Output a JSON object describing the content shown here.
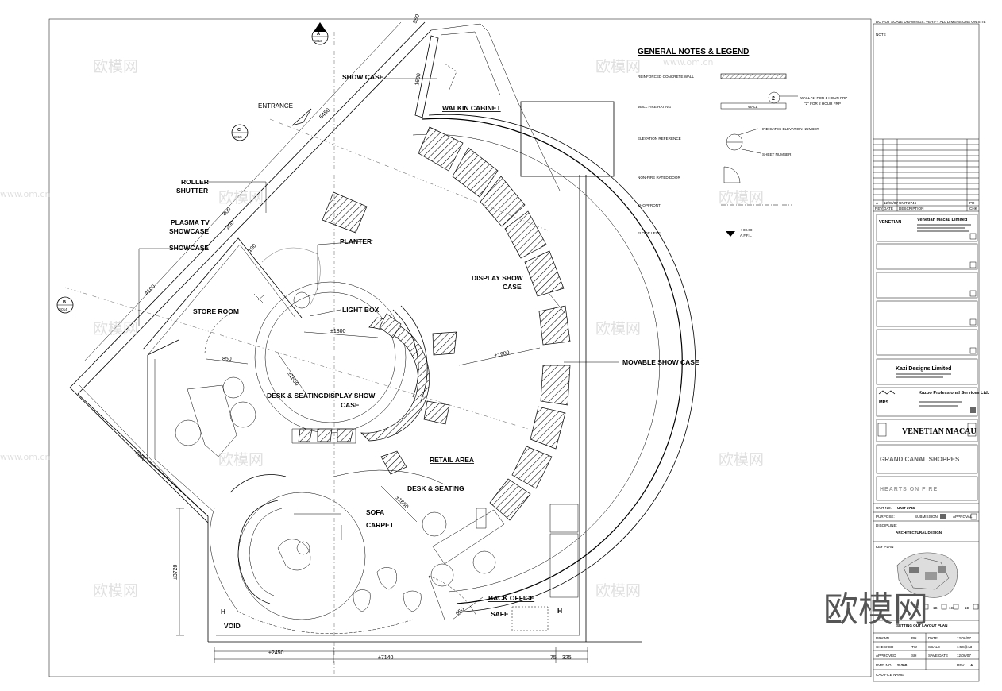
{
  "sheet": {
    "top_note": "DO NOT SCALE DRAWINGS. VERIFY ALL DIMENSIONS ON SITE",
    "watermark": "欧模网",
    "watermark_url": "www.om.cn"
  },
  "plan_labels": {
    "show_case": "SHOW CASE",
    "walkin_cabinet": "WALKIN CABINET",
    "entrance": "ENTRANCE",
    "roller_shutter_1": "ROLLER",
    "roller_shutter_2": "SHUTTER",
    "plasma_tv_1": "PLASMA TV",
    "plasma_tv_2": "SHOWCASE",
    "showcase": "SHOWCASE",
    "planter": "PLANTER",
    "display_show_case_1": "DISPLAY SHOW",
    "display_show_case_2": "CASE",
    "store_room": "STORE ROOM",
    "light_box": "LIGHT BOX",
    "movable_show_case": "MOVABLE SHOW CASE",
    "desk_seating_display_1": "DESK & SEATINGDISPLAY SHOW",
    "desk_seating_display_2": "CASE",
    "retail_area": "RETAIL AREA",
    "desk_seating": "DESK & SEATING",
    "sofa": "SOFA",
    "carpet": "CARPET",
    "back_office": "BACK OFFICE",
    "safe": "SAFE",
    "void": "VOID"
  },
  "section_markers": {
    "a_letter": "A",
    "a_sheet": "S013",
    "b_letter": "B",
    "b_sheet": "S014",
    "c_letter": "C",
    "c_sheet": "S015"
  },
  "dimensions": {
    "d_950": "950",
    "d_1680": "1680",
    "d_5450": "5450",
    "d_800": "800",
    "d_200": "200",
    "d_100": "100",
    "d_4100": "4100",
    "d_1800a": "±1800",
    "d_850": "850",
    "d_1900": "±1900",
    "d_1650a": "±1650",
    "d_3650": "3650",
    "d_1650b": "±1650",
    "d_3720": "±3720",
    "d_650": "650",
    "d_2450": "±2450",
    "d_7140": "±7140",
    "d_75": "75",
    "d_325": "325"
  },
  "legend": {
    "title": "GENERAL NOTES & LEGEND",
    "reinforced_wall": "REINFORCED CONCRETE WALL",
    "wall_fire_rating": "WALL FIRE RATING",
    "wall_word": "WALL",
    "rating_number": "2",
    "rating_note_1": "WALL \"1\" FOR 1 HOUR FRP",
    "rating_note_2": "\"2\" FOR 2 HOUR FRP",
    "elevation_reference": "ELEVATION REFERENCE",
    "indicates_elevation": "INDICATES ELEVATION NUMBER",
    "sheet_number": "SHEET NUMBER",
    "non_fire_door": "NON-FIRE RATED DOOR",
    "shopfront": "SHOPFRONT",
    "floor_level": "FLOOR LEVEL",
    "floor_level_value": "+ 00.00",
    "floor_level_unit": "A.F.F.L."
  },
  "title_block": {
    "note": "NOTE",
    "rev_row_a": "A",
    "rev_row_date": "12/06/07",
    "rev_row_desc": "UNIT 2746",
    "rev_row_init": "PR",
    "rev_head_rev": "REV",
    "rev_head_date": "DATE",
    "rev_head_desc": "DESCRIPTION",
    "rev_head_chk": "CHK",
    "client_logo": "VENETIAN",
    "client_name": "Venetian Macau Limited",
    "designer": "Kazi Designs Limited",
    "consultant": "Kazoo Professional Services Ltd.",
    "consultant_logo": "MPS",
    "venetian_macau": "VENETIAN MACAU",
    "grand_canal": "GRAND CANAL SHOPPES",
    "hearts_on_fire": "HEARTS ON FIRE",
    "unit_no_label": "UNIT NO.",
    "unit_no_value": "UNIT 2746",
    "purpose_label": "PURPOSE:",
    "submission": "SUBMISSION",
    "approval": "APPROVAL",
    "discipline_label": "DISCIPLINE:",
    "discipline_value": "ARCHITECTURAL DESIGN",
    "key_plan": "KEY PLAN",
    "key_1": "1A",
    "key_2": "1B",
    "key_3": "1C",
    "key_4": "1D",
    "drawing_title": "SETTING OUT LAYOUT PLAN",
    "drawn_label": "DRAWN",
    "drawn_value": "PH",
    "date_label": "DATE",
    "date_value": "12/06/07",
    "checked_label": "CHECKED",
    "checked_value": "TW",
    "scale_label": "SCALE",
    "scale_value": "1:50@A3",
    "approved_label": "APPROVED",
    "approved_value": "SH",
    "issue_label": "SAVE DATE",
    "issue_value": "12/06/07",
    "dwg_no_label": "DWG NO.",
    "dwg_no_value": "S-200",
    "rev_label": "REV",
    "rev_value": "A",
    "cad_label": "CAD FILE NAME"
  }
}
